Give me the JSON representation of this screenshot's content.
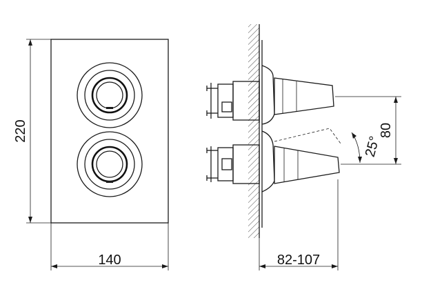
{
  "drawing": {
    "dimensions": {
      "height": "220",
      "width": "140",
      "depth": "82-107",
      "handle_offset": "80",
      "angle": "25°"
    }
  }
}
